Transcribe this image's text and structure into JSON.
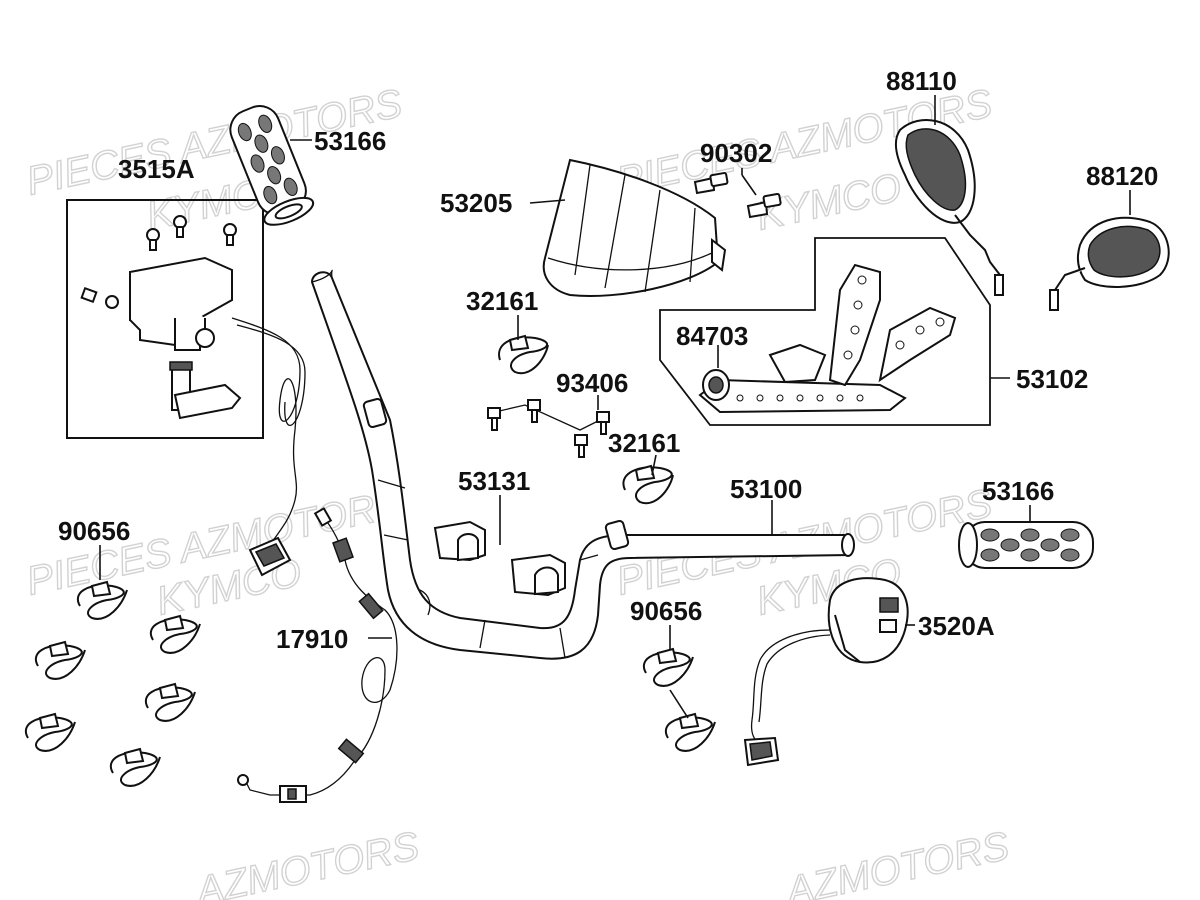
{
  "watermarks": [
    {
      "text": "PIECES AZMOTORS"
    },
    {
      "text": "KYMCO"
    },
    {
      "text": "PIECES AZMOTORS"
    },
    {
      "text": "KYMCO"
    },
    {
      "text": "PIECES AZMOTORS"
    },
    {
      "text": "KYMCO"
    },
    {
      "text": "PIECES AZMOTORS"
    },
    {
      "text": "KYMCO"
    },
    {
      "text": "AZMOTORS"
    },
    {
      "text": "AZMOTORS"
    }
  ],
  "labels": {
    "p3515A": "3515A",
    "p53166_left": "53166",
    "p53205": "53205",
    "p90302": "90302",
    "p88110": "88110",
    "p88120": "88120",
    "p32161_top": "32161",
    "p84703": "84703",
    "p93406": "93406",
    "p53102": "53102",
    "p32161_mid": "32161",
    "p53131": "53131",
    "p53100": "53100",
    "p53166_right": "53166",
    "p90656_left": "90656",
    "p17910": "17910",
    "p90656_right": "90656",
    "p3520A": "3520A"
  }
}
